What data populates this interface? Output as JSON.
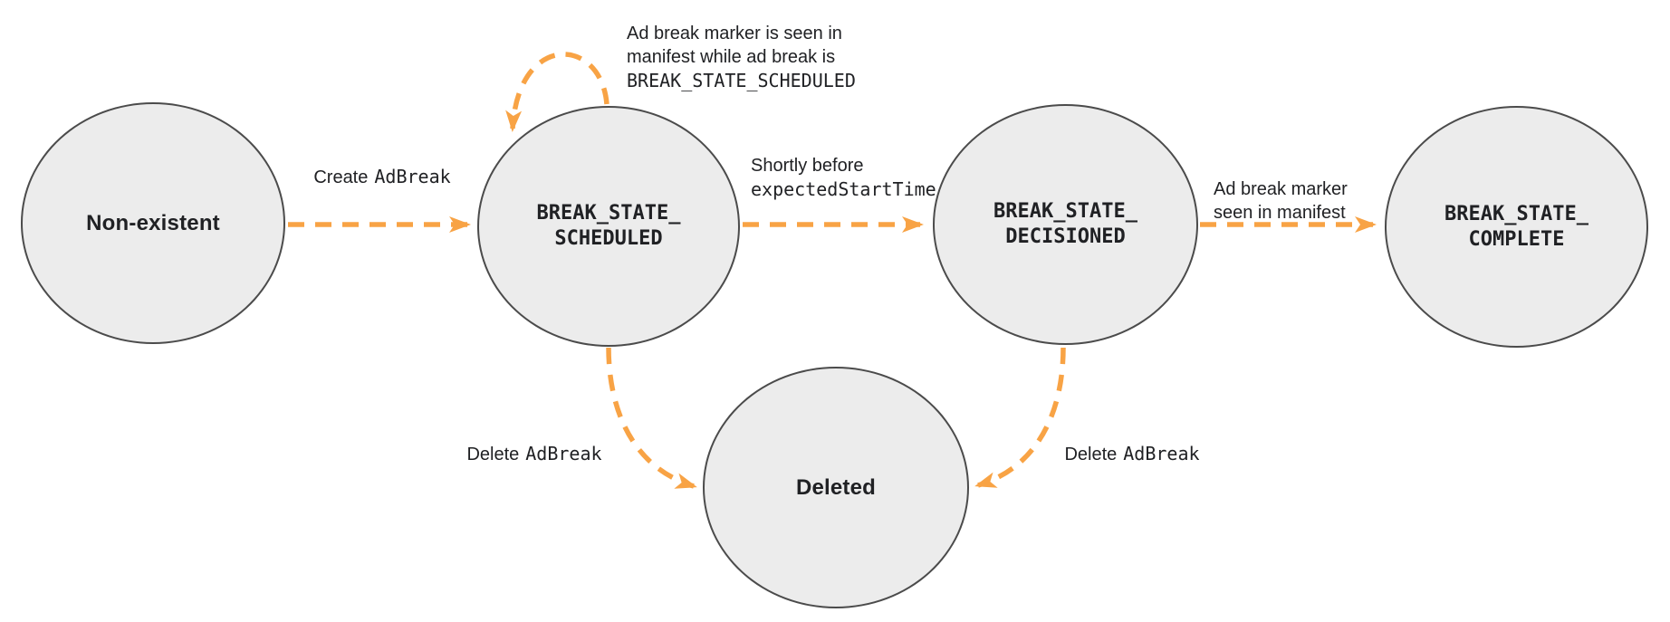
{
  "colors": {
    "arrow": "#F8A345",
    "node_fill": "#ECECEC",
    "node_stroke": "#4B4B4B",
    "text": "#202124"
  },
  "nodes": {
    "non_existent": {
      "label": "Non-existent"
    },
    "scheduled": {
      "label": "BREAK_STATE_\nSCHEDULED"
    },
    "decisioned": {
      "label": "BREAK_STATE_\nDECISIONED"
    },
    "complete": {
      "label": "BREAK_STATE_\nCOMPLETE"
    },
    "deleted": {
      "label": "Deleted"
    }
  },
  "edges": {
    "create": {
      "text": "Create",
      "code": "AdBreak"
    },
    "self_loop": {
      "line1": "Ad break marker is seen in",
      "line2": "manifest while ad break is",
      "code_line": "BREAK_STATE_SCHEDULED"
    },
    "decision": {
      "text": "Shortly before",
      "code": "expectedStartTime"
    },
    "complete": {
      "text": "Ad break marker\nseen in manifest"
    },
    "delete_left": {
      "text": "Delete",
      "code": "AdBreak"
    },
    "delete_right": {
      "text": "Delete",
      "code": "AdBreak"
    }
  }
}
